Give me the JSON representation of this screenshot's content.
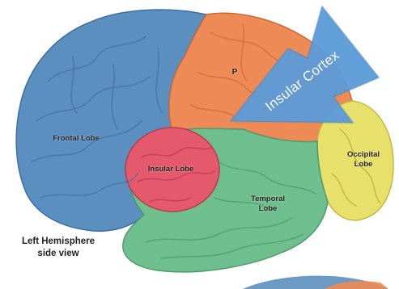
{
  "diagram": {
    "lobes": [
      {
        "id": "frontal",
        "label": "Frontal Lobe",
        "color": "#5b8fbf"
      },
      {
        "id": "parietal",
        "label": "P",
        "color": "#ee8a55"
      },
      {
        "id": "insular",
        "label": "Insular Lobe",
        "color": "#e45a6c"
      },
      {
        "id": "temporal",
        "label": "Temporal\nLobe",
        "color": "#6fbf8e"
      },
      {
        "id": "occipital",
        "label": "Occipital\nLobe",
        "color": "#e7e06a"
      }
    ],
    "caption": "Left Hemisphere\nside view",
    "arrow": {
      "label": "Insular Cortex",
      "color": "#5b9bd8"
    }
  },
  "lobe_labels": {
    "frontal": "Frontal Lobe",
    "parietal": "P",
    "insular": "Insular Lobe",
    "temporal_1": "Temporal",
    "temporal_2": "Lobe",
    "occipital_1": "Occipital",
    "occipital_2": "Lobe"
  },
  "caption": {
    "line1": "Left Hemisphere",
    "line2": "side view"
  },
  "arrow_label": "Insular Cortex"
}
